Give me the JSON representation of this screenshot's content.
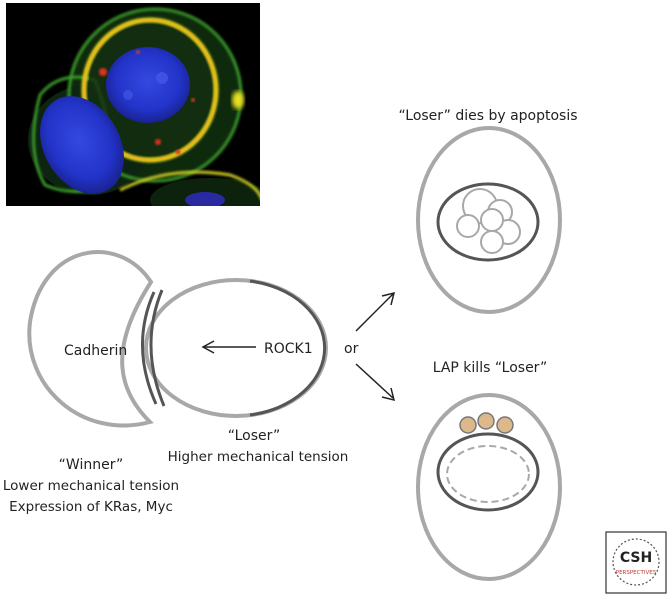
{
  "labels": {
    "cadherin": "Cadherin",
    "rock1": "ROCK1",
    "or": "or",
    "winner_title": "“Winner”",
    "winner_line1": "Lower mechanical tension",
    "winner_line2": "Expression of KRas, Myc",
    "loser_title": "“Loser”",
    "loser_line1": "Higher mechanical tension",
    "apoptosis_title": "“Loser” dies by apoptosis",
    "lap_title": "LAP kills “Loser”"
  },
  "logo": {
    "main": "CSH",
    "sub": "PERSPECTIVES"
  },
  "colors": {
    "cell_outline": "#a8a8a8",
    "membrane_dark": "#555555",
    "lap_fill": "#ddb88a",
    "nucleus_blue": "#2233c8",
    "cytoplasm_green": "#3a9a2a",
    "cortex_yellow": "#e8d81a",
    "logo_accent": "#c0392b"
  }
}
